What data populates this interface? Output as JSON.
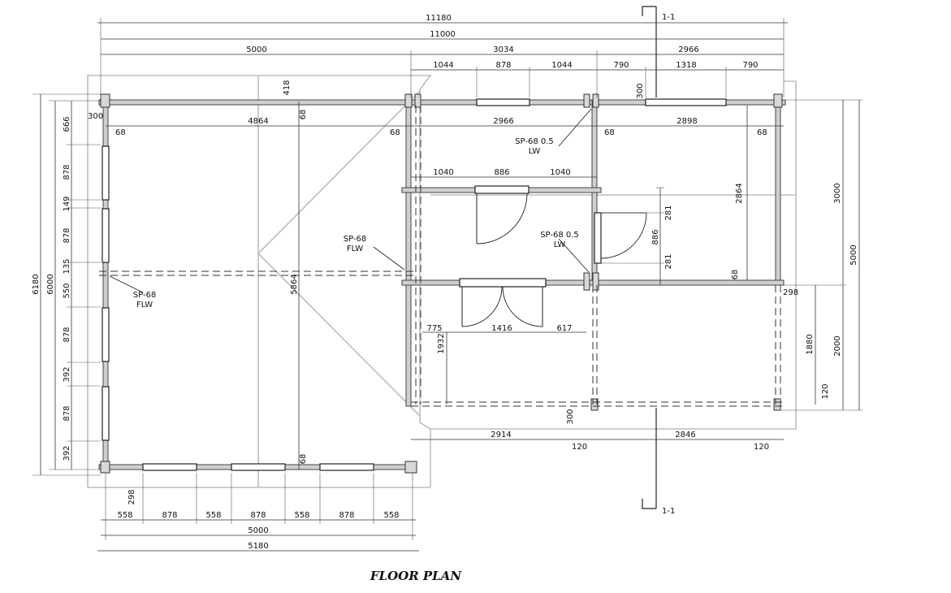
{
  "title": "FLOOR PLAN",
  "dimensions": {
    "top": [
      "11180",
      "11000",
      "5000",
      "3034",
      "2966",
      "1044",
      "878",
      "1044",
      "790",
      "1318",
      "790"
    ],
    "upper": [
      "300",
      "418",
      "4864",
      "68",
      "68",
      "68",
      "2966",
      "2898",
      "68",
      "68",
      "300"
    ],
    "mid": [
      "1040",
      "886",
      "1040",
      "2864",
      "281",
      "886",
      "281",
      "68"
    ],
    "lower": [
      "775",
      "1416",
      "617",
      "1932",
      "298",
      "1880",
      "2000",
      "120",
      "300",
      "2914",
      "2846",
      "120",
      "120"
    ],
    "left": [
      "6180",
      "6000",
      "666",
      "878",
      "149",
      "878",
      "135",
      "550",
      "878",
      "392",
      "878",
      "392",
      "5864",
      "68"
    ],
    "right": [
      "3000",
      "5000"
    ],
    "bottom": [
      "298",
      "558",
      "878",
      "558",
      "878",
      "558",
      "878",
      "558",
      "5000",
      "5180"
    ]
  },
  "labels": {
    "section": "1-1",
    "sp68_lw": "SP-68 0.5",
    "lw": "LW",
    "sp68": "SP-68",
    "flw": "FLW"
  }
}
